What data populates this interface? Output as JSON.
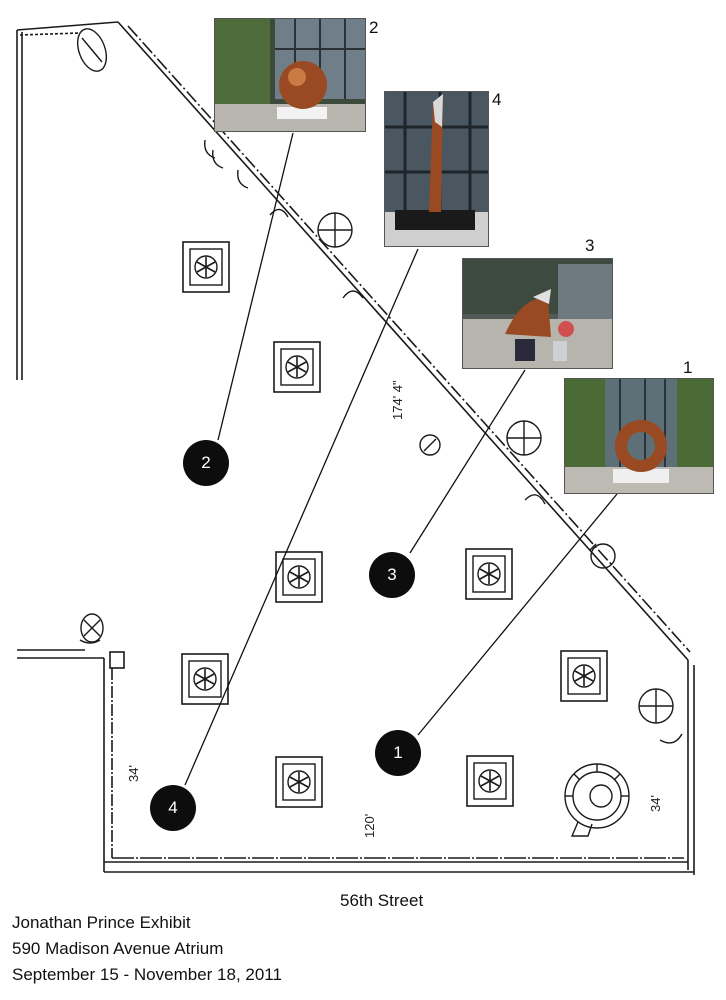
{
  "exhibit": {
    "title": "Jonathan Prince Exhibit",
    "venue": "590 Madison Avenue Atrium",
    "dates": "September 15 - November 18, 2011"
  },
  "street_label": "56th Street",
  "dimensions": {
    "diagonal": "174' 4\"",
    "left_side": "34'",
    "right_side": "34'",
    "bottom": "120'"
  },
  "markers": [
    {
      "label": "1"
    },
    {
      "label": "2"
    },
    {
      "label": "3"
    },
    {
      "label": "4"
    }
  ],
  "photos": [
    {
      "label": "1",
      "subject": "bronze ring sculpture in atrium"
    },
    {
      "label": "2",
      "subject": "bronze sphere sculpture among bamboo"
    },
    {
      "label": "3",
      "subject": "curved rust panel sculpture with visitors"
    },
    {
      "label": "4",
      "subject": "tall vertical column sculpture"
    }
  ],
  "colors": {
    "linework": "#1a1a1a",
    "marker_fill": "#0d0d0d",
    "marker_text": "#ffffff",
    "bronze": "#9a4a22"
  }
}
